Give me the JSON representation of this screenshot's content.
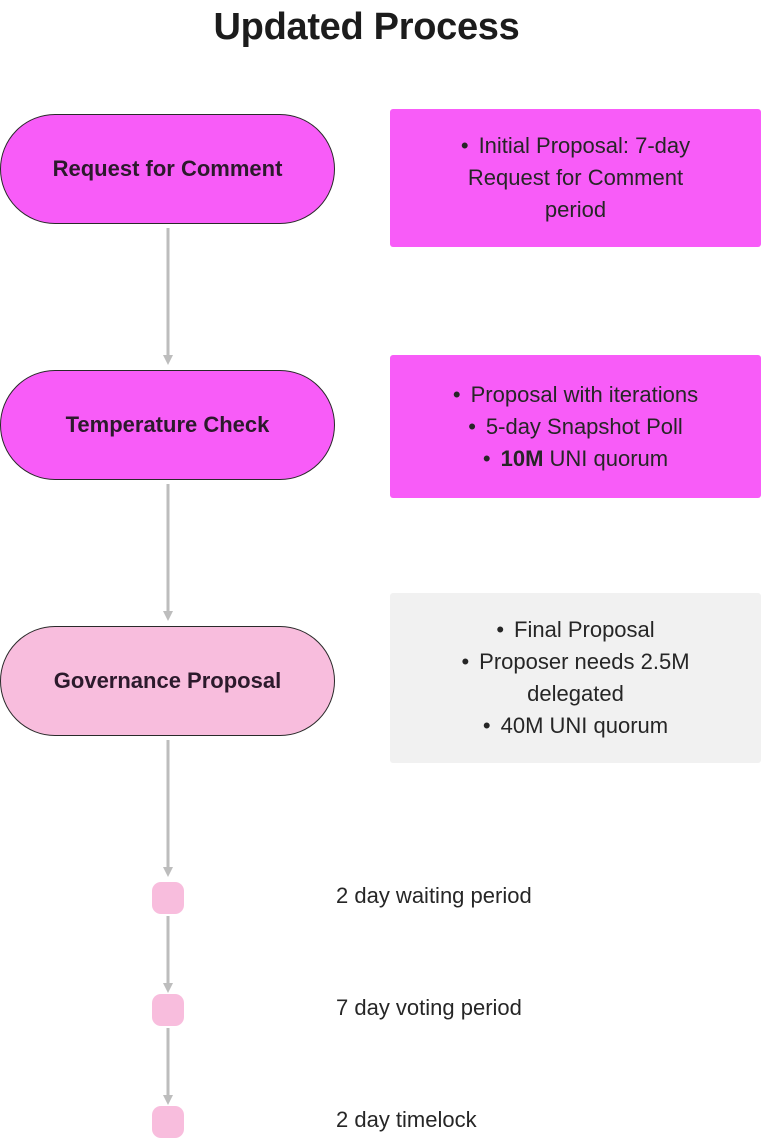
{
  "title": "Updated Process",
  "stages": [
    {
      "label": "Request for Comment",
      "color": "#f85cf8"
    },
    {
      "label": "Temperature Check",
      "color": "#f85cf8"
    },
    {
      "label": "Governance Proposal",
      "color": "#f8bddd"
    }
  ],
  "notes": [
    {
      "color": "#f85cf8",
      "bullets": [
        {
          "lines": [
            "Initial Proposal: 7-day",
            "Request for Comment",
            "period"
          ]
        }
      ]
    },
    {
      "color": "#f85cf8",
      "bullets": [
        {
          "lines": [
            "Proposal with iterations"
          ]
        },
        {
          "lines": [
            "5-day Snapshot Poll"
          ]
        },
        {
          "bold": "10M",
          "rest": " UNI quorum"
        }
      ]
    },
    {
      "color": "#f1f1f1",
      "bullets": [
        {
          "lines": [
            "Final Proposal"
          ]
        },
        {
          "lines": [
            "Proposer needs 2.5M",
            "delegated"
          ]
        },
        {
          "lines": [
            "40M UNI quorum"
          ]
        }
      ]
    }
  ],
  "steps": [
    {
      "label": "2 day waiting period"
    },
    {
      "label": "7 day voting period"
    },
    {
      "label": "2 day timelock"
    }
  ],
  "colors": {
    "arrow": "#bdbdbd",
    "step_dot": "#f8bddd",
    "outline": "#2a2a2a"
  }
}
